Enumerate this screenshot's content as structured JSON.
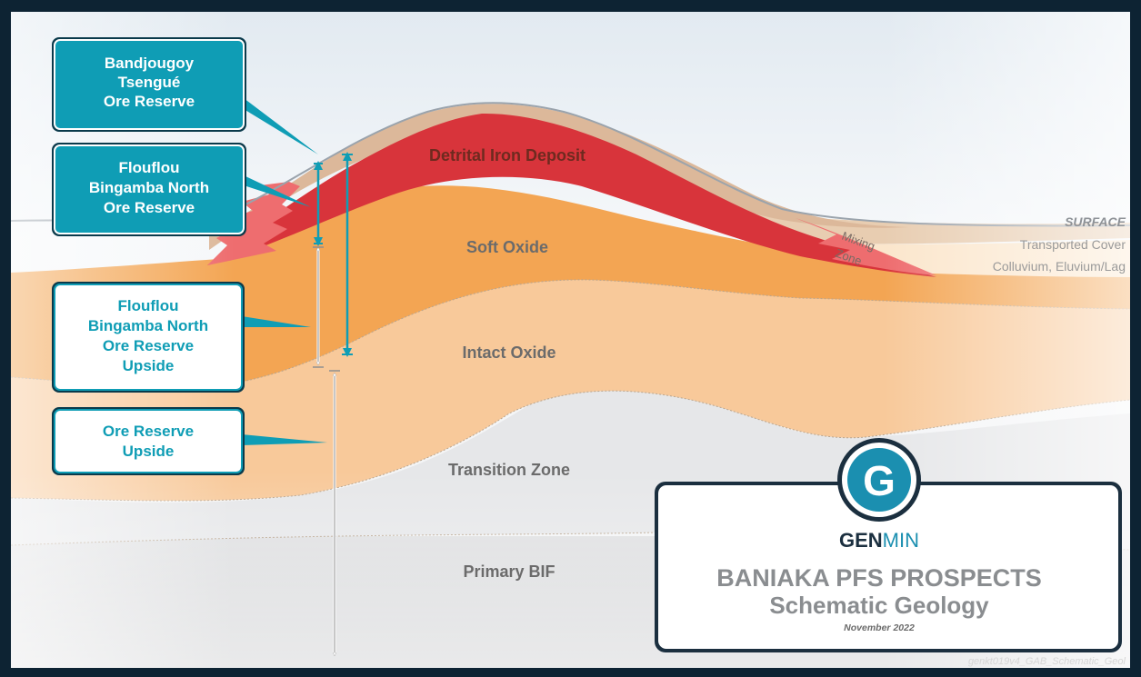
{
  "layers": {
    "detrital": "Detrital Iron Deposit",
    "soft_oxide": "Soft Oxide",
    "intact_oxide": "Intact Oxide",
    "transition": "Transition Zone",
    "primary": "Primary BIF",
    "mixing_zone_line1": "Mixing",
    "mixing_zone_line2": "Zone"
  },
  "side_labels": {
    "surface": "SURFACE",
    "transported_cover": "Transported Cover",
    "colluvium": "Colluvium, Eluvium/Lag"
  },
  "callouts": [
    {
      "lines": [
        "Bandjougoy",
        "Tsengué",
        "Ore Reserve"
      ],
      "style": "filled"
    },
    {
      "lines": [
        "Flouflou",
        "Bingamba North",
        "Ore Reserve"
      ],
      "style": "filled"
    },
    {
      "lines": [
        "Flouflou",
        "Bingamba North",
        "Ore Reserve",
        "Upside"
      ],
      "style": "outline"
    },
    {
      "lines": [
        "Ore Reserve",
        "Upside"
      ],
      "style": "outline"
    }
  ],
  "title_box": {
    "logo_letter": "G",
    "brand_bold": "GEN",
    "brand_light": "MIN",
    "title": "BANIAKA PFS PROSPECTS",
    "subtitle": "Schematic Geology",
    "date": "November 2022"
  },
  "file_reference": "genkt019v4_GAB_Schematic_Geol",
  "colors": {
    "frame": "#0d2333",
    "background": "#f1f2f3",
    "detrital": "#d8343b",
    "mixing": "#ee6d6f",
    "soft_oxide": "#f3a553",
    "intact_oxide": "#f8c99a",
    "transition": "#e7e8ea",
    "primary": "#d9dadc",
    "cover": "#e5c9ac",
    "callout_teal": "#0f9db5"
  }
}
